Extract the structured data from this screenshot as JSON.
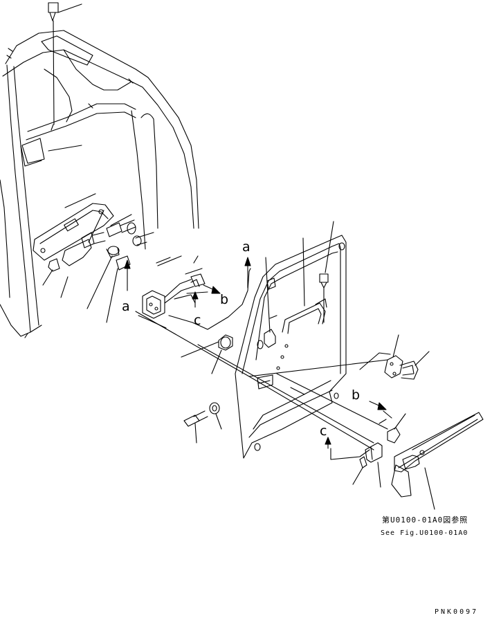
{
  "labels": {
    "a_top": "a",
    "a_left": "a",
    "b_mid": "b",
    "b_right": "b",
    "c_mid": "c",
    "c_right": "c"
  },
  "reference_note": {
    "line_ja": "第U0100-01A0図参照",
    "line_en": "See Fig.U0100-01A0"
  },
  "drawing_code": "PNK0097"
}
